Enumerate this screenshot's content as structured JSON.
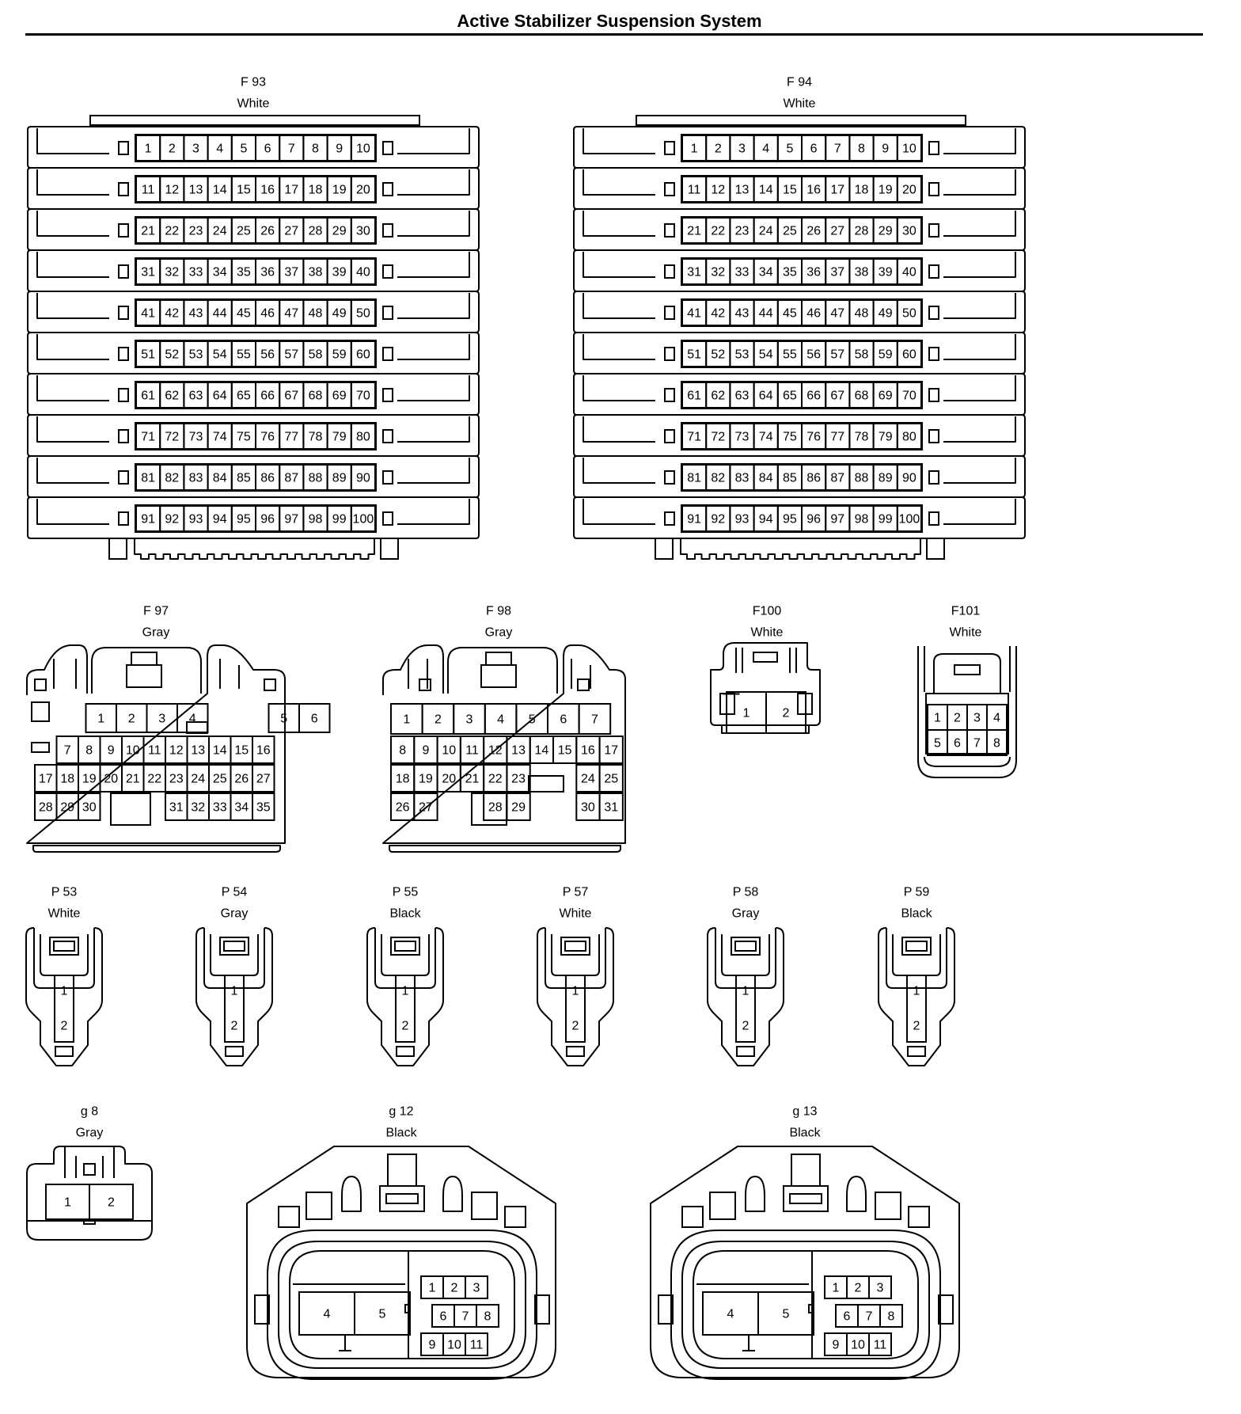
{
  "title": "Active Stabilizer Suspension System",
  "connectors": [
    {
      "id": "F 93",
      "color": "White",
      "pins": [
        "1",
        "2",
        "3",
        "4",
        "5",
        "6",
        "7",
        "8",
        "9",
        "10",
        "11",
        "12",
        "13",
        "14",
        "15",
        "16",
        "17",
        "18",
        "19",
        "20",
        "21",
        "22",
        "23",
        "24",
        "25",
        "26",
        "27",
        "28",
        "29",
        "30",
        "31",
        "32",
        "33",
        "34",
        "35",
        "36",
        "37",
        "38",
        "39",
        "40",
        "41",
        "42",
        "43",
        "44",
        "45",
        "46",
        "47",
        "48",
        "49",
        "50",
        "51",
        "52",
        "53",
        "54",
        "55",
        "56",
        "57",
        "58",
        "59",
        "60",
        "61",
        "62",
        "63",
        "64",
        "65",
        "66",
        "67",
        "68",
        "69",
        "70",
        "71",
        "72",
        "73",
        "74",
        "75",
        "76",
        "77",
        "78",
        "79",
        "80",
        "81",
        "82",
        "83",
        "84",
        "85",
        "86",
        "87",
        "88",
        "89",
        "90",
        "91",
        "92",
        "93",
        "94",
        "95",
        "96",
        "97",
        "98",
        "99",
        "100"
      ]
    },
    {
      "id": "F 94",
      "color": "White",
      "pins": [
        "1",
        "2",
        "3",
        "4",
        "5",
        "6",
        "7",
        "8",
        "9",
        "10",
        "11",
        "12",
        "13",
        "14",
        "15",
        "16",
        "17",
        "18",
        "19",
        "20",
        "21",
        "22",
        "23",
        "24",
        "25",
        "26",
        "27",
        "28",
        "29",
        "30",
        "31",
        "32",
        "33",
        "34",
        "35",
        "36",
        "37",
        "38",
        "39",
        "40",
        "41",
        "42",
        "43",
        "44",
        "45",
        "46",
        "47",
        "48",
        "49",
        "50",
        "51",
        "52",
        "53",
        "54",
        "55",
        "56",
        "57",
        "58",
        "59",
        "60",
        "61",
        "62",
        "63",
        "64",
        "65",
        "66",
        "67",
        "68",
        "69",
        "70",
        "71",
        "72",
        "73",
        "74",
        "75",
        "76",
        "77",
        "78",
        "79",
        "80",
        "81",
        "82",
        "83",
        "84",
        "85",
        "86",
        "87",
        "88",
        "89",
        "90",
        "91",
        "92",
        "93",
        "94",
        "95",
        "96",
        "97",
        "98",
        "99",
        "100"
      ]
    },
    {
      "id": "F 97",
      "color": "Gray",
      "pins": [
        "1",
        "2",
        "3",
        "4",
        "5",
        "6",
        "7",
        "8",
        "9",
        "10",
        "11",
        "12",
        "13",
        "14",
        "15",
        "16",
        "17",
        "18",
        "19",
        "20",
        "21",
        "22",
        "23",
        "24",
        "25",
        "26",
        "27",
        "28",
        "29",
        "30",
        "31",
        "32",
        "33",
        "34",
        "35"
      ]
    },
    {
      "id": "F 98",
      "color": "Gray",
      "pins": [
        "1",
        "2",
        "3",
        "4",
        "5",
        "6",
        "7",
        "8",
        "9",
        "10",
        "11",
        "12",
        "13",
        "14",
        "15",
        "16",
        "17",
        "18",
        "19",
        "20",
        "21",
        "22",
        "23",
        "24",
        "25",
        "26",
        "27",
        "28",
        "29",
        "30",
        "31"
      ]
    },
    {
      "id": "F100",
      "color": "White",
      "pins": [
        "1",
        "2"
      ]
    },
    {
      "id": "F101",
      "color": "White",
      "pins": [
        "1",
        "2",
        "3",
        "4",
        "5",
        "6",
        "7",
        "8"
      ]
    },
    {
      "id": "P 53",
      "color": "White",
      "pins": [
        "1",
        "2"
      ]
    },
    {
      "id": "P 54",
      "color": "Gray",
      "pins": [
        "1",
        "2"
      ]
    },
    {
      "id": "P 55",
      "color": "Black",
      "pins": [
        "1",
        "2"
      ]
    },
    {
      "id": "P 57",
      "color": "White",
      "pins": [
        "1",
        "2"
      ]
    },
    {
      "id": "P 58",
      "color": "Gray",
      "pins": [
        "1",
        "2"
      ]
    },
    {
      "id": "P 59",
      "color": "Black",
      "pins": [
        "1",
        "2"
      ]
    },
    {
      "id": "g 8",
      "color": "Gray",
      "pins": [
        "1",
        "2"
      ]
    },
    {
      "id": "g 12",
      "color": "Black",
      "pins": [
        "1",
        "2",
        "3",
        "4",
        "5",
        "6",
        "7",
        "8",
        "9",
        "10",
        "11"
      ]
    },
    {
      "id": "g 13",
      "color": "Black",
      "pins": [
        "1",
        "2",
        "3",
        "4",
        "5",
        "6",
        "7",
        "8",
        "9",
        "10",
        "11"
      ]
    }
  ]
}
